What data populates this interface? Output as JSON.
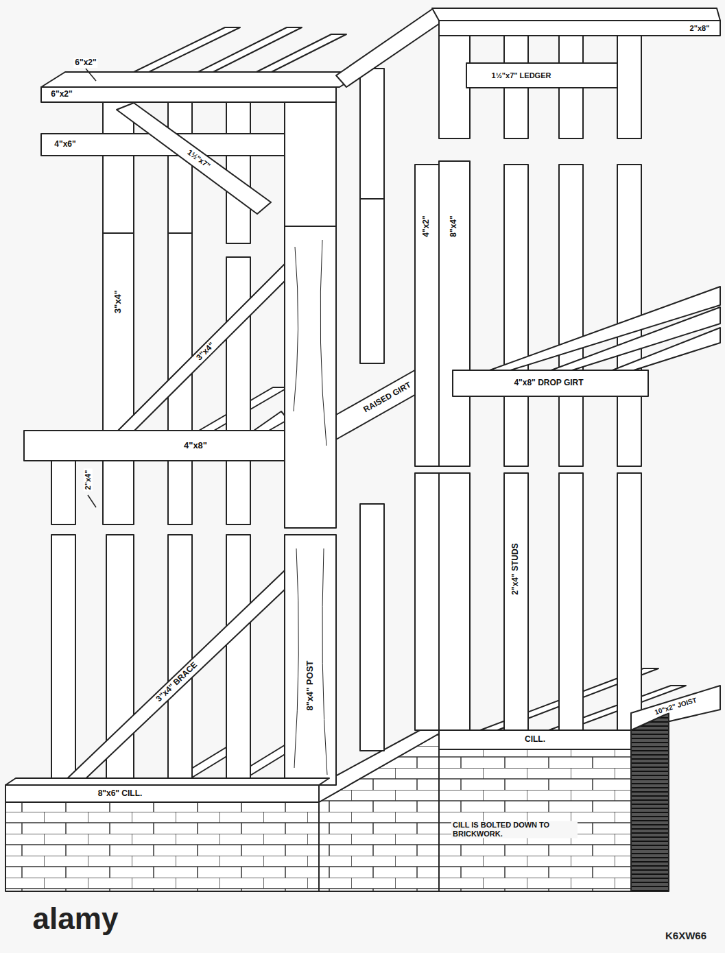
{
  "diagram": {
    "labels": [
      "6\"x2\"",
      "6\"x2\"",
      "4\"x6\"",
      "1½\"x7\"",
      "1½\"x7\" LEDGER",
      "2\"x8\"",
      "2\"x4\"",
      "3\"x4\"",
      "3\"x4\"",
      "4\"x8\"",
      "RAISED GIRT",
      "4\"x2\"",
      "8\"x4\"",
      "4\"x8\" DROP GIRT",
      "2\"x4\" STUDS",
      "3\"x4\" BRACE",
      "8\"x4\" POST",
      "8\"x6\" CILL.",
      "CILL.",
      "10\"x2\" JOIST",
      "CILL IS BOLTED DOWN TO BRICKWORK.",
      "alamy",
      "K6XW66"
    ]
  }
}
